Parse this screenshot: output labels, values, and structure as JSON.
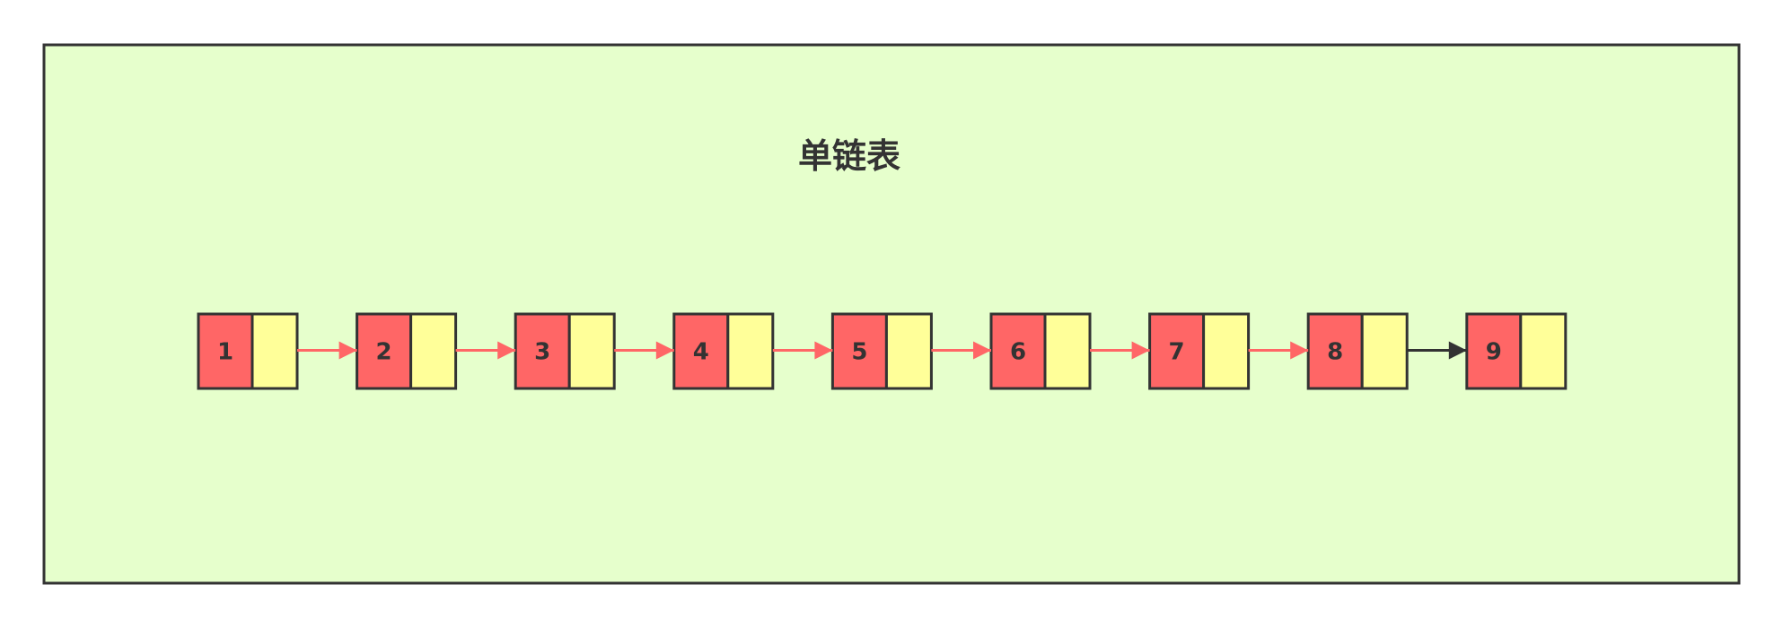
{
  "title": "单链表",
  "colors": {
    "background": "#e6ffcc",
    "border": "#333333",
    "data_cell": "#ff6666",
    "next_cell": "#ffff99",
    "arrow_main": "#ff6666",
    "arrow_last": "#333333",
    "text": "#333333"
  },
  "nodes": [
    {
      "value": "1"
    },
    {
      "value": "2"
    },
    {
      "value": "3"
    },
    {
      "value": "4"
    },
    {
      "value": "5"
    },
    {
      "value": "6"
    },
    {
      "value": "7"
    },
    {
      "value": "8"
    },
    {
      "value": "9"
    }
  ]
}
